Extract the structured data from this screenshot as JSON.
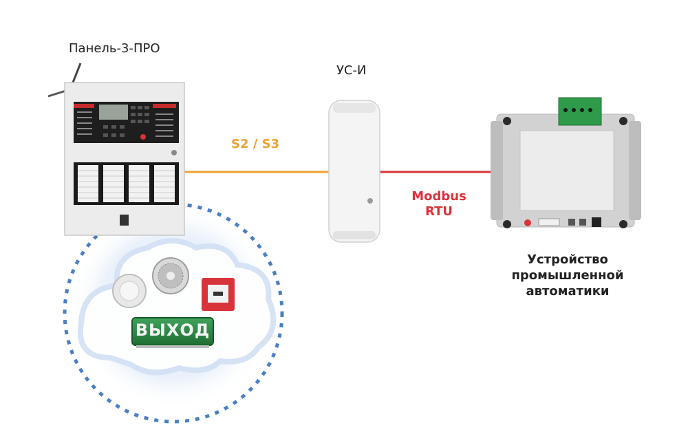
{
  "labels": {
    "panel": "Панель-3-ПРО",
    "converter": "УС-И",
    "link_left": "S2 / S3",
    "link_right_line1": "Modbus",
    "link_right_line2": "RTU",
    "device_line1": "Устройство",
    "device_line2": "промышленной",
    "device_line3": "автоматики",
    "exit_sign": "ВЫХОД"
  },
  "colors": {
    "link_left": "#f0a030",
    "link_right": "#d8333a",
    "dots": "#4a7fc0",
    "text": "#222222"
  }
}
